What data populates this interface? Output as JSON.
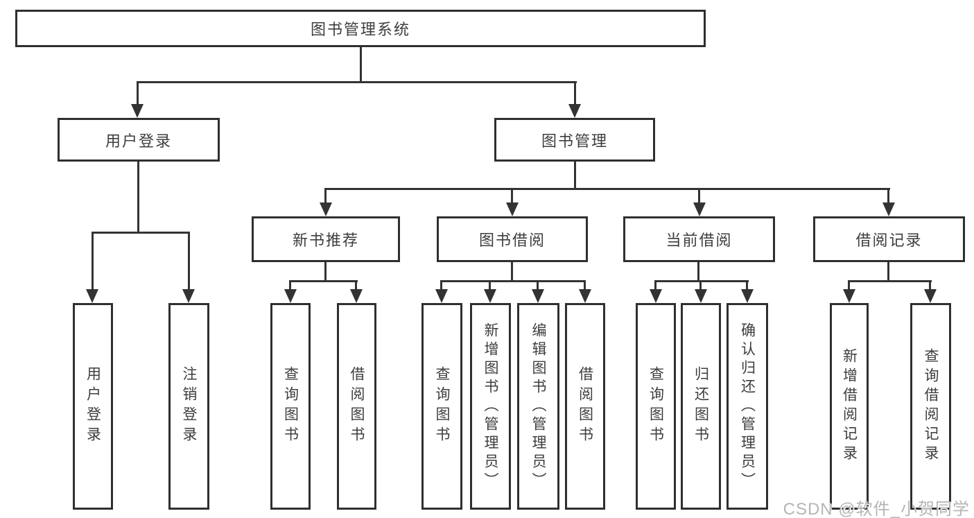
{
  "diagram": {
    "title": "图书管理系统",
    "branches": {
      "user_login": {
        "label": "用户登录",
        "children": [
          "用户登录",
          "注销登录"
        ]
      },
      "book_management": {
        "label": "图书管理",
        "sections": [
          {
            "label": "新书推荐",
            "children": [
              "查询图书",
              "借阅图书"
            ]
          },
          {
            "label": "图书借阅",
            "children": [
              "查询图书",
              "新增图书（管理员）",
              "编辑图书（管理员）",
              "借阅图书"
            ]
          },
          {
            "label": "当前借阅",
            "children": [
              "查询图书",
              "归还图书",
              "确认归还（管理员）"
            ]
          },
          {
            "label": "借阅记录",
            "children": [
              "新增借阅记录",
              "查询借阅记录"
            ]
          }
        ]
      }
    }
  },
  "watermark": "CSDN @软件_小贺同学",
  "colors": {
    "line": "#333333",
    "border": "#2f2f2f",
    "text": "#3d3d3d",
    "watermark": "#b5b5b5",
    "background": "#ffffff"
  }
}
